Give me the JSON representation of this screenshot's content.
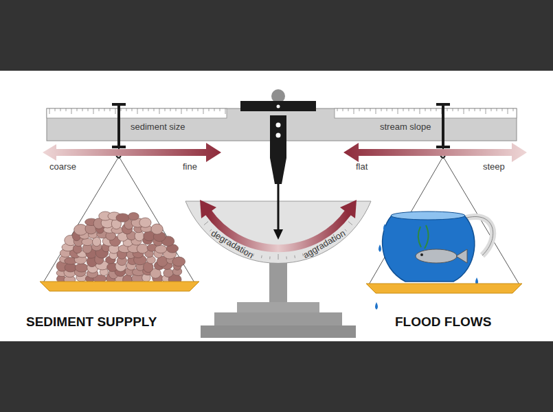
{
  "diagram": {
    "labels": [
      "sediment size",
      "coarse",
      "fine",
      "stream slope",
      "flat",
      "steep",
      "degradation",
      "aggradation",
      "SEDIMENT SUPPPLY",
      "FLOOD FLOWS"
    ]
  }
}
